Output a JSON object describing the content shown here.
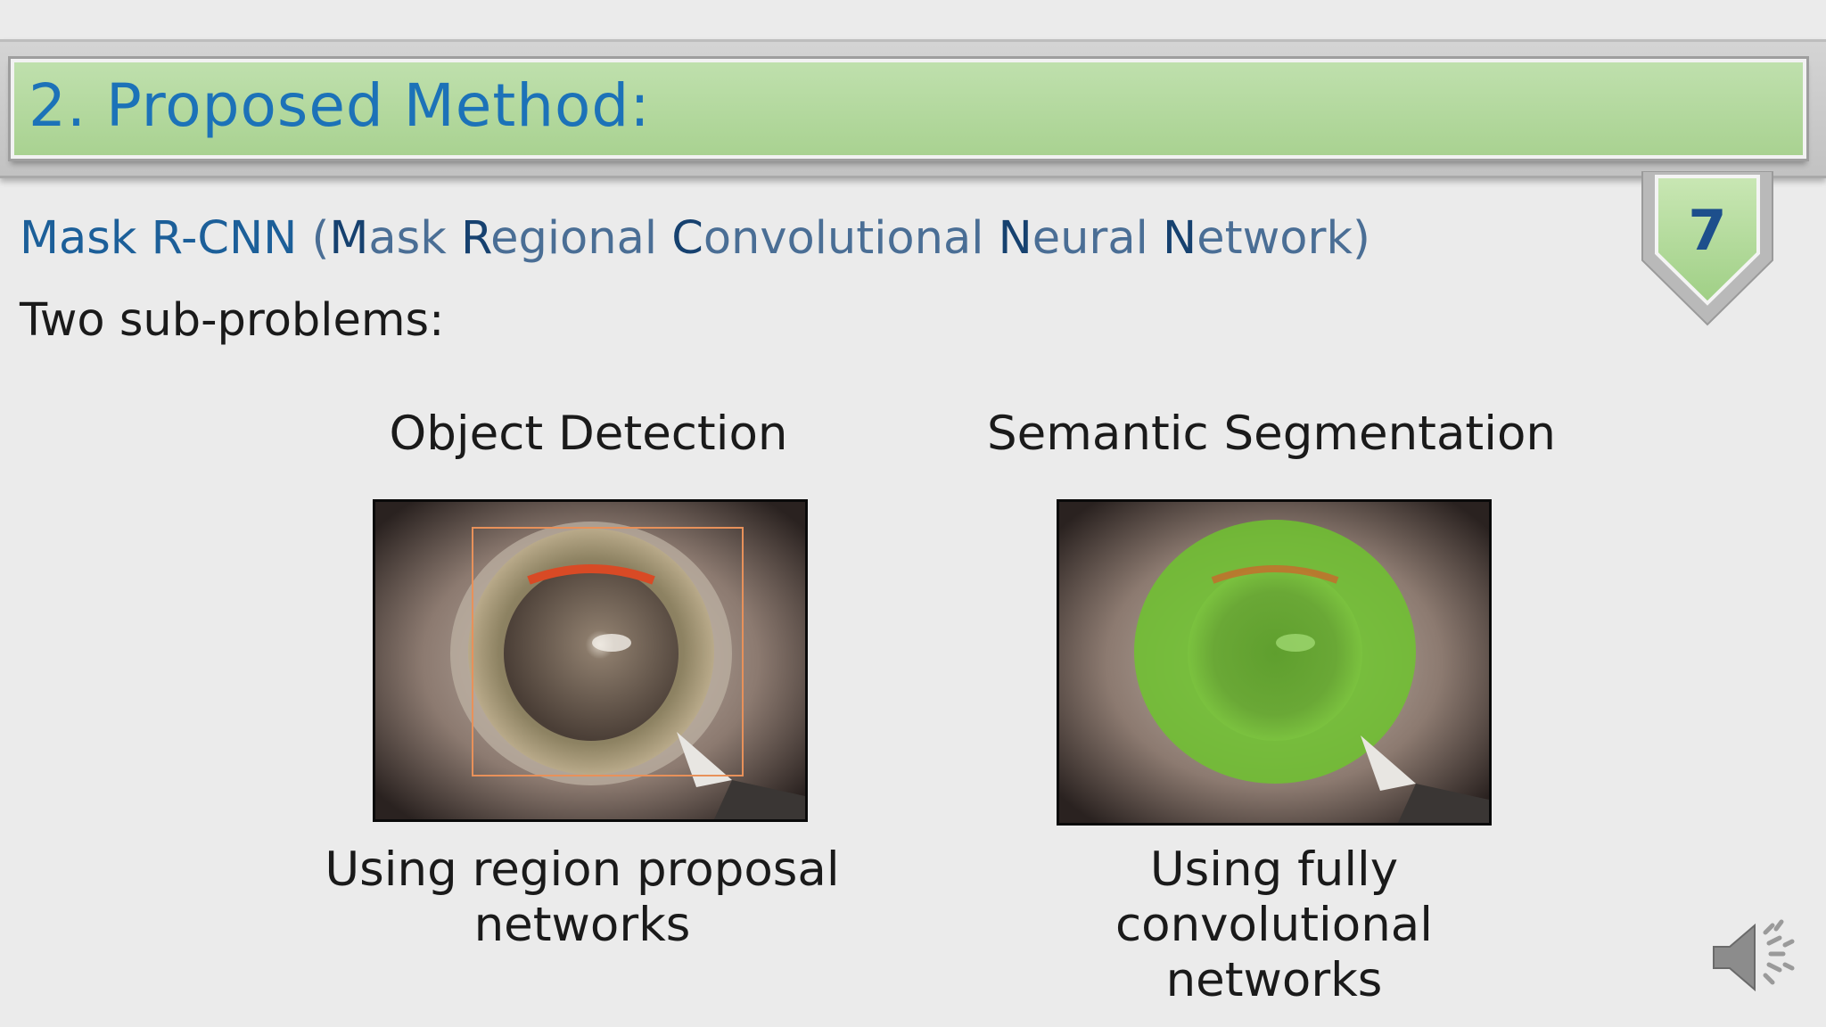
{
  "slide": {
    "title": "2. Proposed Method:",
    "number": "7",
    "subtitle": {
      "name": "Mask R-CNN",
      "open": " (",
      "m": "M",
      "m_rest": "ask ",
      "r": "R",
      "r_rest": "egional ",
      "c": "C",
      "c_rest": "onvolutional ",
      "n": "N",
      "n_rest": "eural ",
      "n2": "N",
      "n2_rest": "etwork",
      "close": ")"
    },
    "intro": "Two sub-problems:",
    "left": {
      "title": "Object Detection",
      "caption_line1": "Using region proposal",
      "caption_line2": "networks"
    },
    "right": {
      "title": "Semantic Segmentation",
      "caption_line1": "Using fully convolutional",
      "caption_line2": "networks"
    }
  },
  "colors": {
    "title_bar": "#a9d291",
    "title_text": "#1c72b8",
    "bbox": "#e8915a",
    "mask": "#6fc32f",
    "badge_text": "#1d4f8c"
  },
  "icons": [
    "speaker-icon",
    "eye-image",
    "bounding-box",
    "segmentation-mask"
  ]
}
